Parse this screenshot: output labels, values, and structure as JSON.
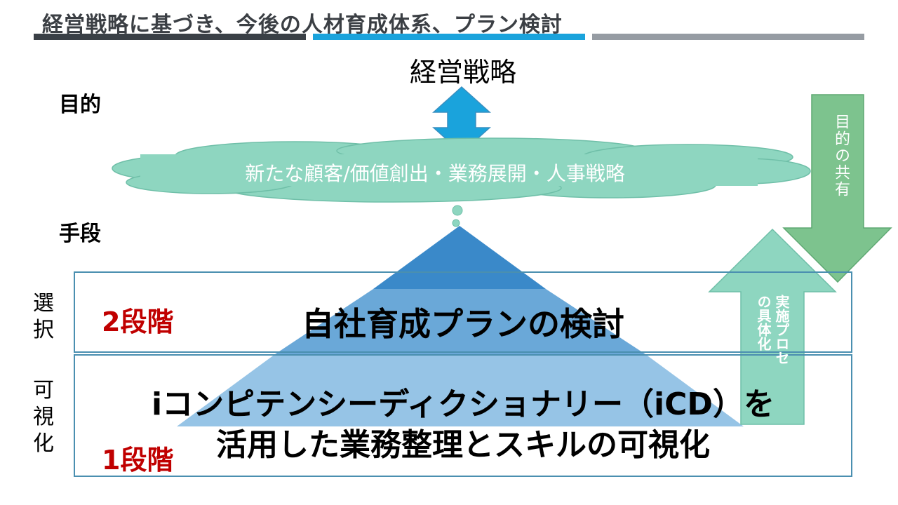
{
  "header": {
    "title": "経営戦略に基づき、今後の人材育成体系、プラン検討",
    "bar_colors": [
      "#3a4046",
      "#1aa3dc",
      "#969ca3"
    ]
  },
  "top_label": "経営戦略",
  "labels": {
    "purpose": "目的",
    "means": "手段",
    "select": "選択",
    "visualize": "可視化"
  },
  "cloud": {
    "text": "新たな顧客/価値創出・業務展開・人事戦略",
    "color": "#8ed6c0"
  },
  "stages": {
    "stage2": {
      "label": "2段階",
      "text": "自社育成プランの検討"
    },
    "stage1": {
      "label": "1段階",
      "line1": "iコンピテンシーディクショナリー（iCD）を",
      "line2": "活用した業務整理とスキルの可視化"
    }
  },
  "arrows": {
    "down": {
      "text": "目的の共有",
      "color": "#7dc38e"
    },
    "up": {
      "text_col1": "実施プロセ",
      "text_col2": "の具体化",
      "color": "#8ed6c0"
    },
    "double_arrow_color": "#1aa3dc"
  },
  "colors": {
    "stage_red": "#c00000",
    "pyramid_top": "#3a89c9",
    "pyramid_mid": "#6aa8d8",
    "pyramid_base": "#96c4e6",
    "box_border": "#4a8fb0"
  }
}
